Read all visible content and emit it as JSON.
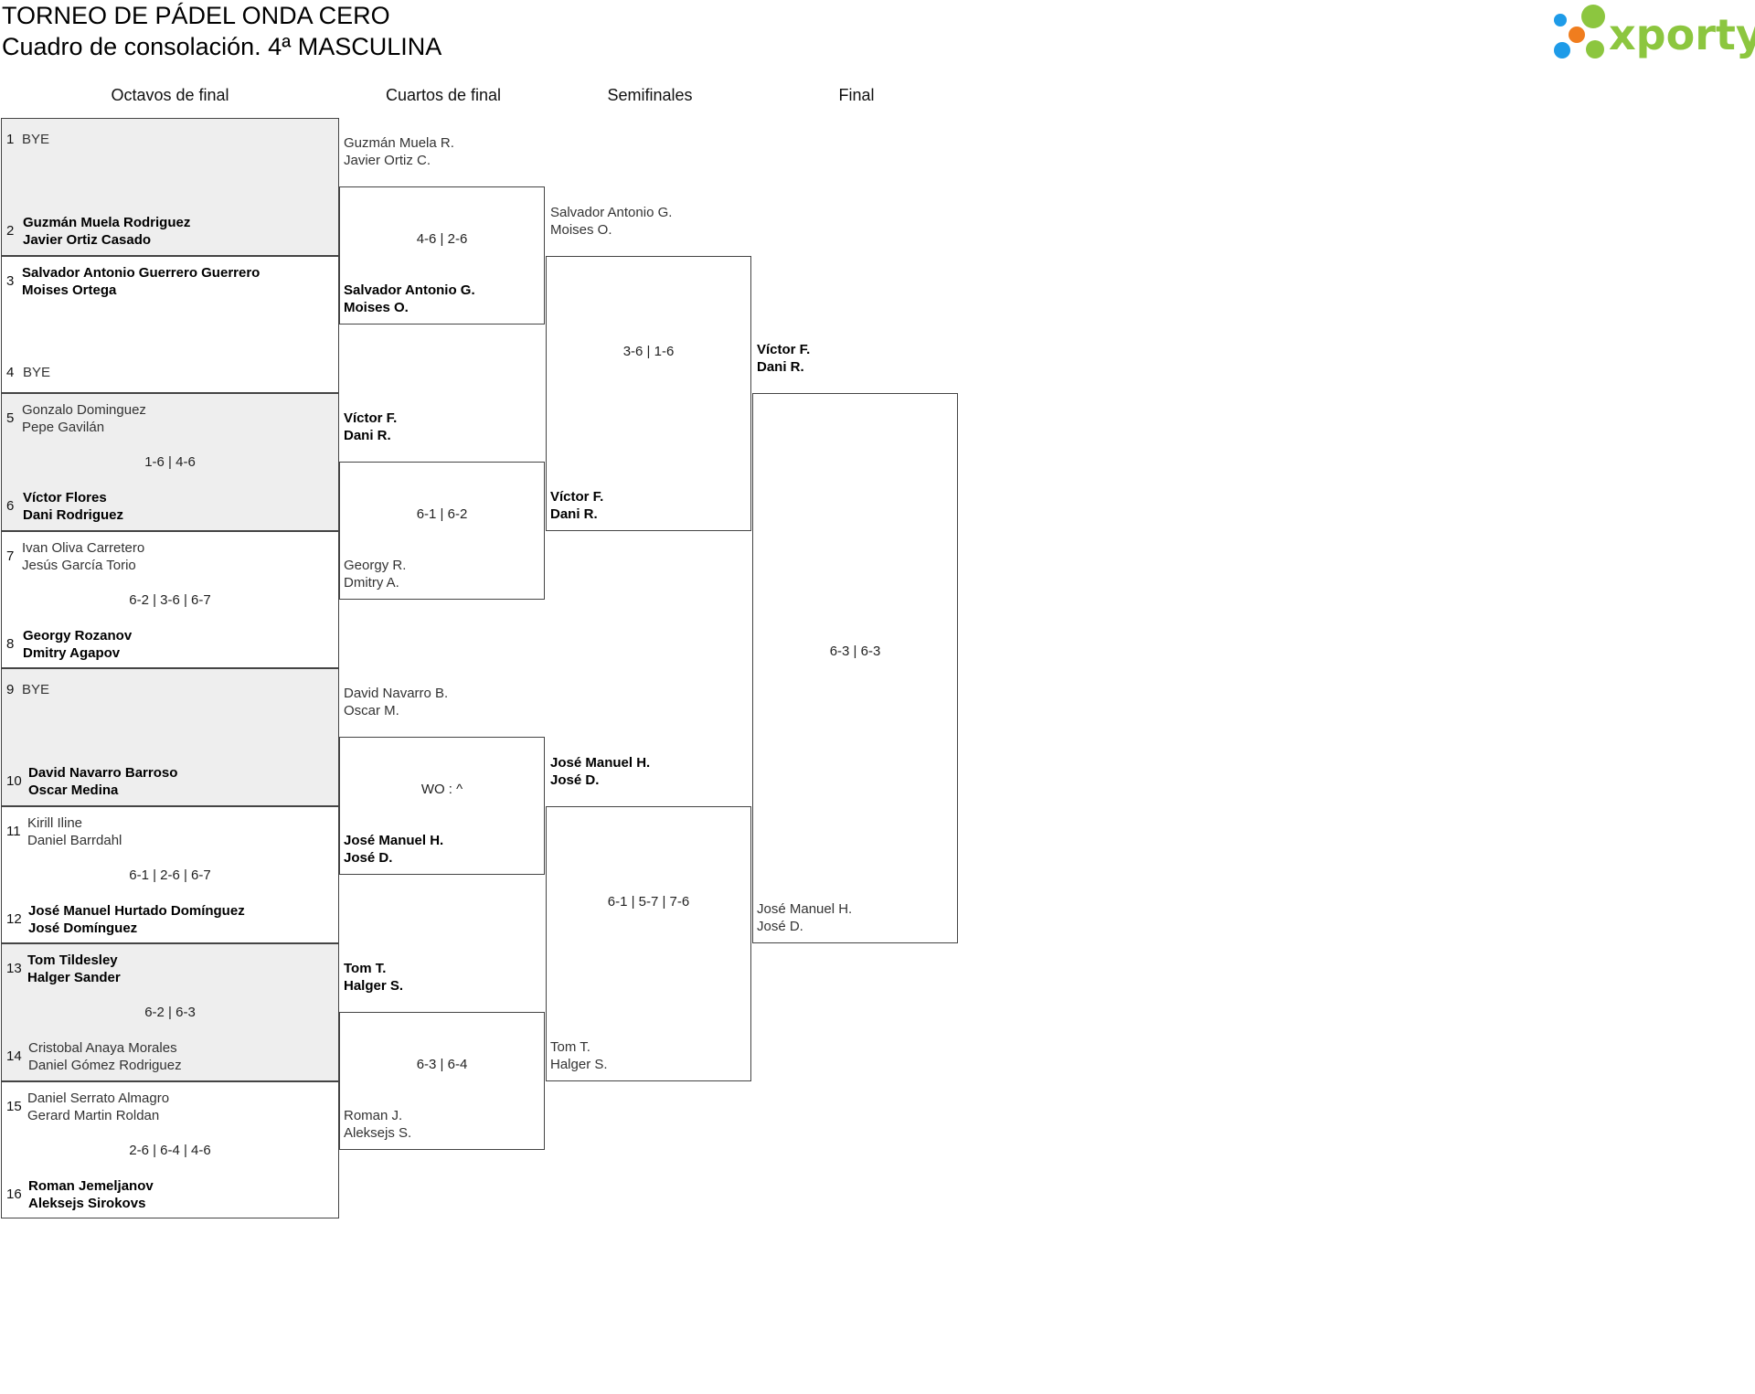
{
  "header": {
    "title": "TORNEO DE PÁDEL ONDA CERO",
    "subtitle": "Cuadro de consolación. 4ª MASCULINA",
    "brand": "xporty",
    "colors": {
      "brand_green": "#8cc63f",
      "dot_blue": "#1e9be8",
      "dot_orange": "#f07d1e",
      "dot_green": "#8cc63f",
      "shade": "#eeeeee"
    }
  },
  "rounds": [
    "Octavos de final",
    "Cuartos de final",
    "Semifinales",
    "Final"
  ],
  "octavos": [
    {
      "seed_a": "1",
      "seed_b": "2",
      "a": [
        "BYE"
      ],
      "b": [
        "Guzmán Muela Rodriguez",
        "Javier Ortiz Casado"
      ],
      "score": "",
      "winner": "b"
    },
    {
      "seed_a": "3",
      "seed_b": "4",
      "a": [
        "Salvador Antonio Guerrero Guerrero",
        "Moises Ortega"
      ],
      "b": [
        "BYE"
      ],
      "score": "",
      "winner": "a"
    },
    {
      "seed_a": "5",
      "seed_b": "6",
      "a": [
        "Gonzalo Dominguez",
        "Pepe Gavilán"
      ],
      "b": [
        "Víctor Flores",
        "Dani Rodriguez"
      ],
      "score": "1-6 | 4-6",
      "winner": "b"
    },
    {
      "seed_a": "7",
      "seed_b": "8",
      "a": [
        "Ivan Oliva Carretero",
        "Jesús García Torio"
      ],
      "b": [
        "Georgy Rozanov",
        "Dmitry Agapov"
      ],
      "score": "6-2 | 3-6 | 6-7",
      "winner": "b"
    },
    {
      "seed_a": "9",
      "seed_b": "10",
      "a": [
        "BYE"
      ],
      "b": [
        "David Navarro Barroso",
        "Oscar Medina"
      ],
      "score": "",
      "winner": "b"
    },
    {
      "seed_a": "11",
      "seed_b": "12",
      "a": [
        "Kirill Iline",
        "Daniel Barrdahl"
      ],
      "b": [
        "José Manuel Hurtado Domínguez",
        "José Domínguez"
      ],
      "score": "6-1 | 2-6 | 6-7",
      "winner": "b"
    },
    {
      "seed_a": "13",
      "seed_b": "14",
      "a": [
        "Tom Tildesley",
        "Halger Sander"
      ],
      "b": [
        "Cristobal Anaya Morales",
        "Daniel Gómez Rodriguez"
      ],
      "score": "6-2 | 6-3",
      "winner": "a"
    },
    {
      "seed_a": "15",
      "seed_b": "16",
      "a": [
        "Daniel Serrato Almagro",
        "Gerard Martin Roldan"
      ],
      "b": [
        "Roman Jemeljanov",
        "Aleksejs Sirokovs"
      ],
      "score": "2-6 | 6-4 | 4-6",
      "winner": "b"
    }
  ],
  "cuartos": [
    {
      "a": [
        "Guzmán Muela R.",
        "Javier Ortiz C."
      ],
      "b": [
        "Salvador Antonio G.",
        "Moises O."
      ],
      "score": "4-6 | 2-6",
      "winner": "b"
    },
    {
      "a": [
        "Víctor F.",
        "Dani R."
      ],
      "b": [
        "Georgy R.",
        "Dmitry A."
      ],
      "score": "6-1 | 6-2",
      "winner": "a"
    },
    {
      "a": [
        "David Navarro B.",
        "Oscar M."
      ],
      "b": [
        "José Manuel H.",
        "José D."
      ],
      "score": "WO : ^",
      "winner": "b"
    },
    {
      "a": [
        "Tom T.",
        "Halger S."
      ],
      "b": [
        "Roman J.",
        "Aleksejs S."
      ],
      "score": "6-3 | 6-4",
      "winner": "a"
    }
  ],
  "semis": [
    {
      "a": [
        "Salvador Antonio G.",
        "Moises O."
      ],
      "b": [
        "Víctor F.",
        "Dani R."
      ],
      "score": "3-6 | 1-6",
      "winner": "b"
    },
    {
      "a": [
        "José Manuel H.",
        "José D."
      ],
      "b": [
        "Tom T.",
        "Halger S."
      ],
      "score": "6-1 | 5-7 | 7-6",
      "winner": "a"
    }
  ],
  "final": {
    "a": [
      "Víctor F.",
      "Dani R."
    ],
    "b": [
      "José Manuel H.",
      "José D."
    ],
    "score": "6-3 | 6-3",
    "winner": "none"
  }
}
